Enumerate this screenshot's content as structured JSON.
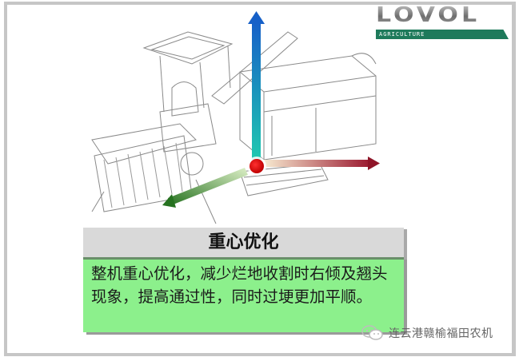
{
  "brand": {
    "name": "LOVOL",
    "sub": "AGRICULTURE",
    "bar_color": "#1e7a5b"
  },
  "illustration": {
    "subject": "combine-harvester line drawing",
    "axes": [
      {
        "name": "vertical",
        "color_start": "#1fc8b0",
        "color_end": "#1660c8"
      },
      {
        "name": "longitudinal",
        "color_start": "#f5e0c0",
        "color_end": "#9b1a30"
      },
      {
        "name": "lateral",
        "color_start": "#d8ecc0",
        "color_end": "#2a7a22"
      }
    ],
    "center_of_gravity_color": "#e01010"
  },
  "panel": {
    "title": "重心优化",
    "body": "整机重心优化，减少烂地收割时右倾及翘头现象，提高通过性，同时过埂更加平顺。",
    "title_bg": "#d9d9d9",
    "body_bg": "#8cf08c"
  },
  "watermark": {
    "icon": "wechat-icon",
    "text": "连云港赣榆福田农机"
  }
}
